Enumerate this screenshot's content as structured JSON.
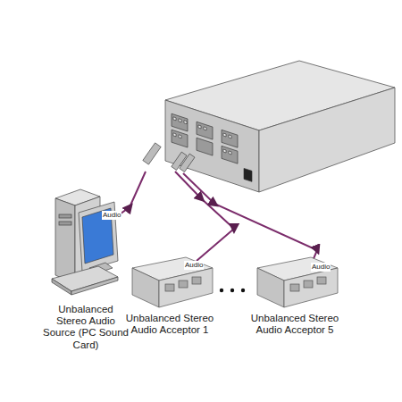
{
  "diagram": {
    "nodes": [
      {
        "text": [
          "Unbalanced Stereo Audio Source (PC Sound Card)"
        ]
      },
      {
        "text": [
          "Unbalanced Stereo Audio Acceptor 1"
        ]
      },
      {
        "text": [
          "Unbalanced Stereo Audio Acceptor 5"
        ]
      }
    ],
    "labels": [
      "Audio",
      "Audio",
      "Audio"
    ]
  }
}
